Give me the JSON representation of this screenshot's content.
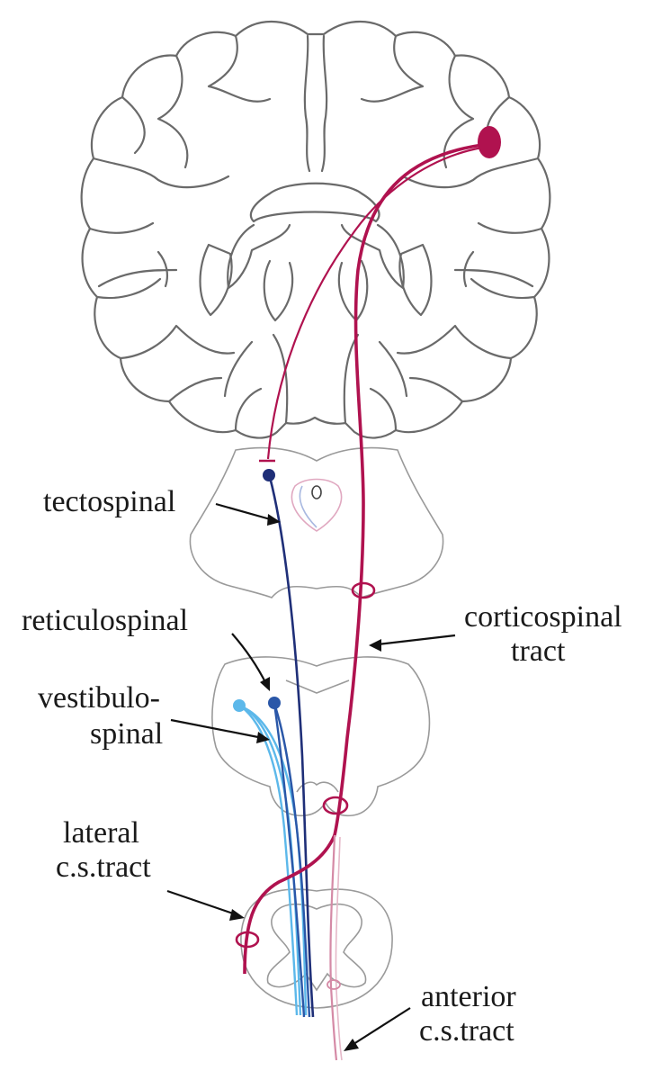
{
  "labels": {
    "tectospinal": "tectospinal",
    "reticulospinal": "reticulospinal",
    "vestibulo_line1": "vestibulo-",
    "vestibulo_line2": "spinal",
    "corticospinal_line1": "corticospinal",
    "corticospinal_line2": "tract",
    "lateral_line1": "lateral",
    "lateral_line2": "c.s.tract",
    "anterior_line1": "anterior",
    "anterior_line2": "c.s.tract"
  },
  "colors": {
    "corticospinal": "#b0124f",
    "corticospinal_faint": "#d58aa6",
    "tectospinal": "#1f2f78",
    "reticulospinal": "#2a57a8",
    "vestibulospinal": "#5cb8ea",
    "outline": "#6a6a6a"
  }
}
